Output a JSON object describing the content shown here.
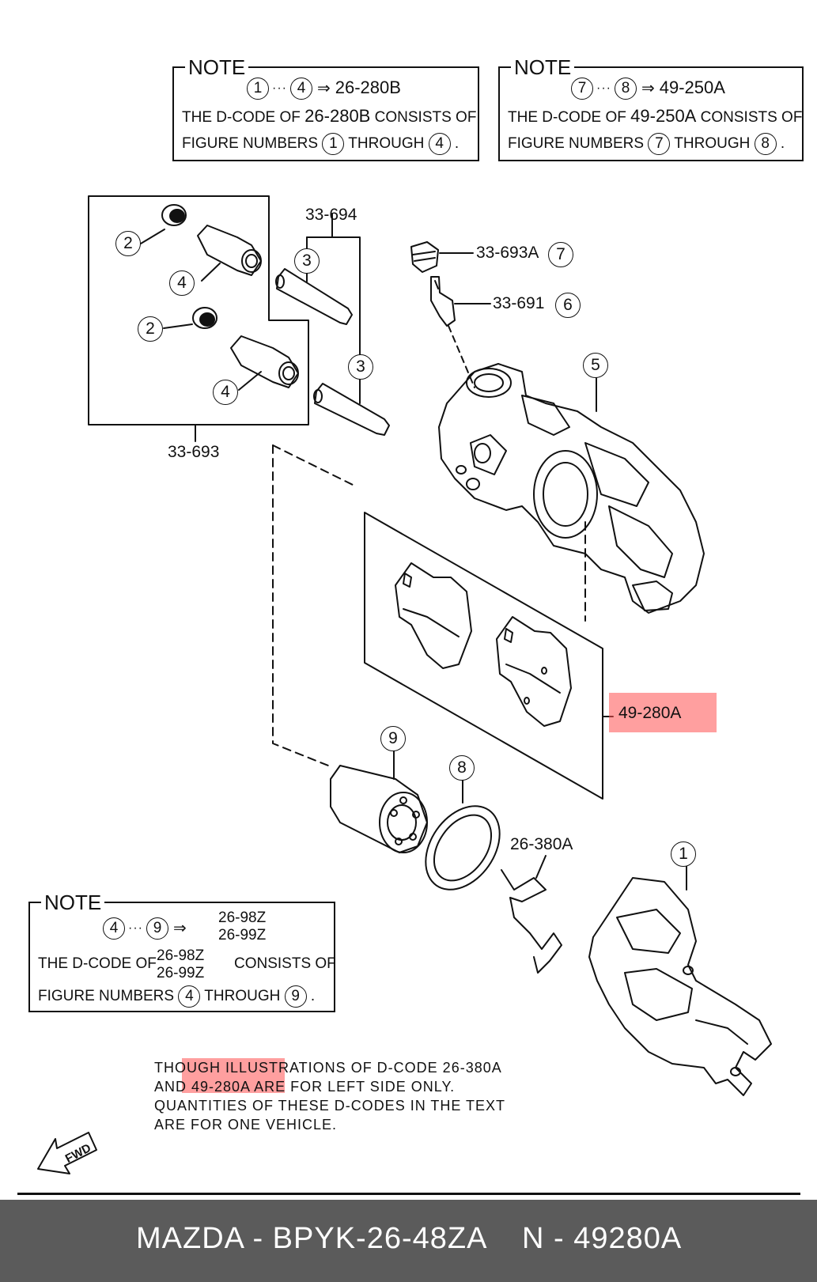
{
  "note_top_left": {
    "title": "NOTE",
    "range_start": "1",
    "range_end": "4",
    "dcode": "26-280B",
    "line2_prefix": "THE D-CODE OF",
    "line2_code": "26-280B",
    "line2_suffix": "CONSISTS OF",
    "line3_prefix": "FIGURE NUMBERS",
    "line3_from": "1",
    "line3_mid": "THROUGH",
    "line3_to": "4"
  },
  "note_top_right": {
    "title": "NOTE",
    "range_start": "7",
    "range_end": "8",
    "dcode": "49-250A",
    "line2_prefix": "THE D-CODE OF",
    "line2_code": "49-250A",
    "line2_suffix": "CONSISTS OF",
    "line3_prefix": "FIGURE NUMBERS",
    "line3_from": "7",
    "line3_mid": "THROUGH",
    "line3_to": "8"
  },
  "note_bottom": {
    "title": "NOTE",
    "range_start": "4",
    "range_end": "9",
    "dcode_a": "26-98Z",
    "dcode_b": "26-99Z",
    "line2_prefix": "THE D-CODE OF",
    "line2_code_a": "26-98Z",
    "line2_code_b": "26-99Z",
    "line2_suffix": "CONSISTS OF",
    "line3_prefix": "FIGURE NUMBERS",
    "line3_from": "4",
    "line3_mid": "THROUGH",
    "line3_to": "9"
  },
  "labels": {
    "kit_33_694": "33-694",
    "kit_33_693": "33-693",
    "part_33_693A": "33-693A",
    "part_33_691": "33-691",
    "pads_49_280A": "49-280A",
    "spring_26_380A": "26-380A"
  },
  "callouts": {
    "c1": "1",
    "c2a": "2",
    "c2b": "2",
    "c3a": "3",
    "c3b": "3",
    "c4a": "4",
    "c4b": "4",
    "c5": "5",
    "c6": "6",
    "c7": "7",
    "c8": "8",
    "c9": "9"
  },
  "bottom_note": {
    "line1": "THOUGH ILLUSTRATIONS OF D-CODE 26-380A",
    "line2": "AND 49-280A ARE FOR LEFT SIDE ONLY.",
    "line3": "QUANTITIES OF THESE D-CODES IN THE TEXT",
    "line4": "ARE FOR ONE VEHICLE."
  },
  "fwd_label": "FWD",
  "footer": {
    "left": "MAZDA - BPYK-26-48ZA",
    "right": "N - 49280A"
  },
  "colors": {
    "highlight": "#ff5050",
    "footer_bg": "#5b5b5b"
  }
}
